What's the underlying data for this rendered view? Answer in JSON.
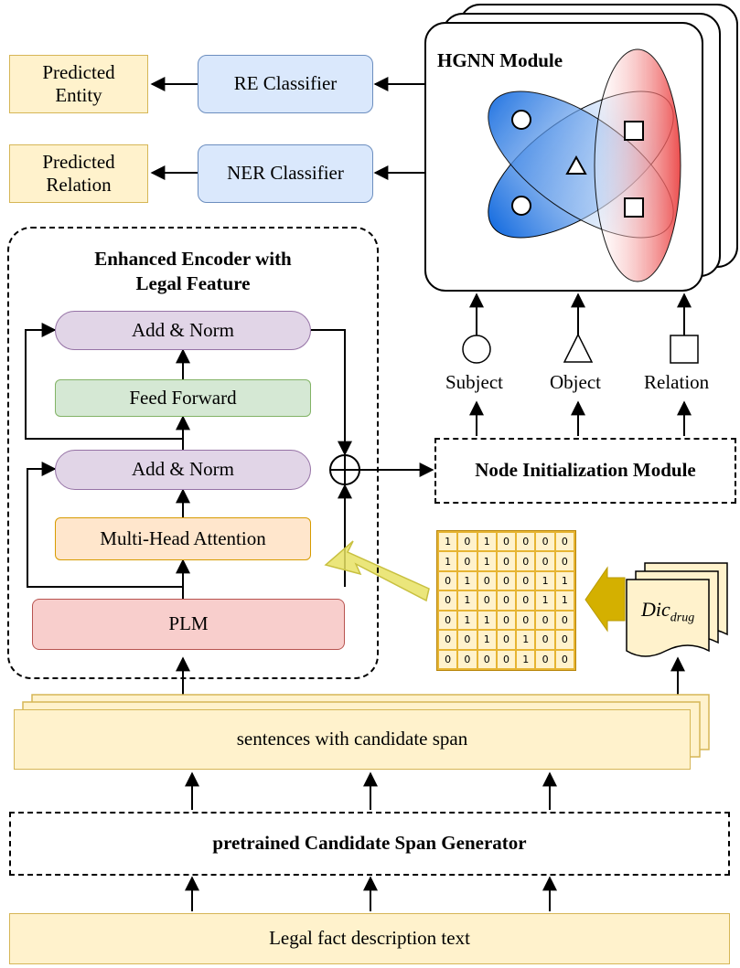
{
  "outputs": {
    "predicted_entity": "Predicted Entity",
    "predicted_relation": "Predicted Relation"
  },
  "classifiers": {
    "re": "RE Classifier",
    "ner": "NER Classifier"
  },
  "hgnn": {
    "title": "HGNN Module"
  },
  "nodes": {
    "subject": "Subject",
    "object": "Object",
    "relation": "Relation"
  },
  "node_init": "Node Initialization Module",
  "encoder": {
    "title_line1": "Enhanced Encoder with",
    "title_line2": "Legal Feature",
    "add_norm_top": "Add & Norm",
    "feed_forward": "Feed Forward",
    "add_norm_bottom": "Add & Norm",
    "mha": "Multi-Head Attention",
    "plm": "PLM"
  },
  "matrix": [
    [
      "1",
      "0",
      "1",
      "0",
      "0",
      "0",
      "0"
    ],
    [
      "1",
      "0",
      "1",
      "0",
      "0",
      "0",
      "0"
    ],
    [
      "0",
      "1",
      "0",
      "0",
      "0",
      "1",
      "1"
    ],
    [
      "0",
      "1",
      "0",
      "0",
      "0",
      "1",
      "1"
    ],
    [
      "0",
      "1",
      "1",
      "0",
      "0",
      "0",
      "0"
    ],
    [
      "0",
      "0",
      "1",
      "0",
      "1",
      "0",
      "0"
    ],
    [
      "0",
      "0",
      "0",
      "0",
      "1",
      "0",
      "0"
    ]
  ],
  "dictionary": {
    "base": "Dic",
    "subscript": "drug"
  },
  "sentences": "sentences with candidate span",
  "generator": "pretrained Candidate Span Generator",
  "input_text": "Legal fact description text"
}
